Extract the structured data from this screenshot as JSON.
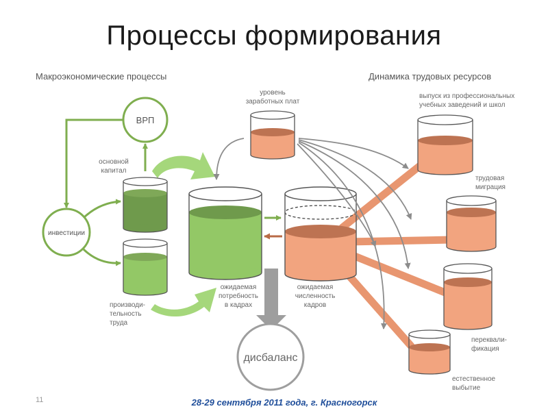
{
  "slide": {
    "title": "Процессы формирования",
    "number": "11",
    "footer": "28-29 сентября 2011 года, г. Красногорск"
  },
  "sections": {
    "left": "Макроэкономические процессы",
    "right": "Динамика трудовых ресурсов"
  },
  "nodes": {
    "vrp": "ВРП",
    "investments": "инвестиции",
    "imbalance": "дисбаланс"
  },
  "labels": {
    "fixed_capital": [
      "основной",
      "капитал"
    ],
    "productivity": [
      "производи-",
      "тельность",
      "труда"
    ],
    "demand": [
      "ожидаемая",
      "потребность",
      "в кадрах"
    ],
    "headcount": [
      "ожидаемая",
      "численность",
      "кадров"
    ],
    "wages": [
      "уровень",
      "заработных плат"
    ],
    "graduates": [
      "выпуск из профессиональных",
      "учебных заведений и школ"
    ],
    "migration": [
      "трудовая",
      "миграция"
    ],
    "retraining": [
      "переквали-",
      "фикация"
    ],
    "attrition": [
      "естественное",
      "выбытие"
    ]
  },
  "colors": {
    "green_fill": "#93c866",
    "green_dark": "#6f9a4c",
    "green_stroke": "#7fae4f",
    "orange_fill": "#f2a47f",
    "orange_dark": "#bd7352",
    "gray_arrow": "#8c8c8c",
    "footer_text": "#1f4e9a"
  }
}
